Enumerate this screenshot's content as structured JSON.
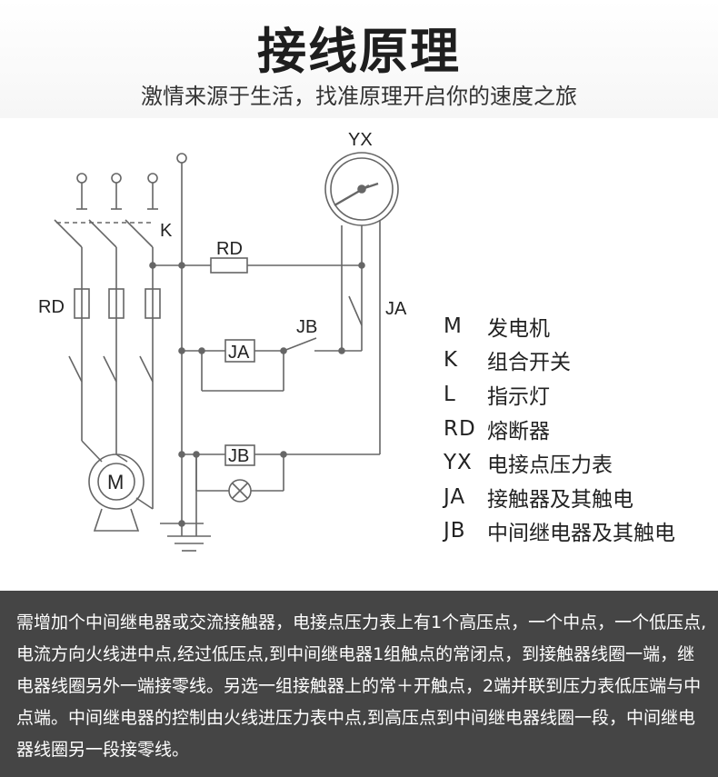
{
  "header": {
    "title": "接线原理",
    "subtitle": "激情来源于生活，找准原理开启你的速度之旅"
  },
  "diagram": {
    "labels": {
      "k": "K",
      "rd_top": "RD",
      "rd_left": "RD",
      "yx": "YX",
      "ja_side": "JA",
      "jb_side": "JB",
      "ja_box": "JA",
      "jb_box": "JB",
      "motor": "M"
    }
  },
  "legend": [
    {
      "code": "M",
      "desc": "发电机"
    },
    {
      "code": "K",
      "desc": "组合开关"
    },
    {
      "code": "L",
      "desc": "指示灯"
    },
    {
      "code": "RD",
      "desc": "熔断器"
    },
    {
      "code": "YX",
      "desc": "电接点压力表"
    },
    {
      "code": "JA",
      "desc": "接触器及其触电"
    },
    {
      "code": "JB",
      "desc": "中间继电器及其触电"
    }
  ],
  "footer": {
    "text": "需增加个中间继电器或交流接触器，电接点压力表上有1个高压点，一个中点，一个低压点,电流方向火线进中点,经过低压点,到中间继电器1组触点的常闭点，到接触器线圈一端，继电器线圈另外一端接零线。另选一组接触器上的常＋开触点，2端并联到压力表低压端与中点端。中间继电器的控制由火线进压力表中点,到高压点到中间继电器线圈一段，中间继电器线圈另一段接零线。"
  }
}
